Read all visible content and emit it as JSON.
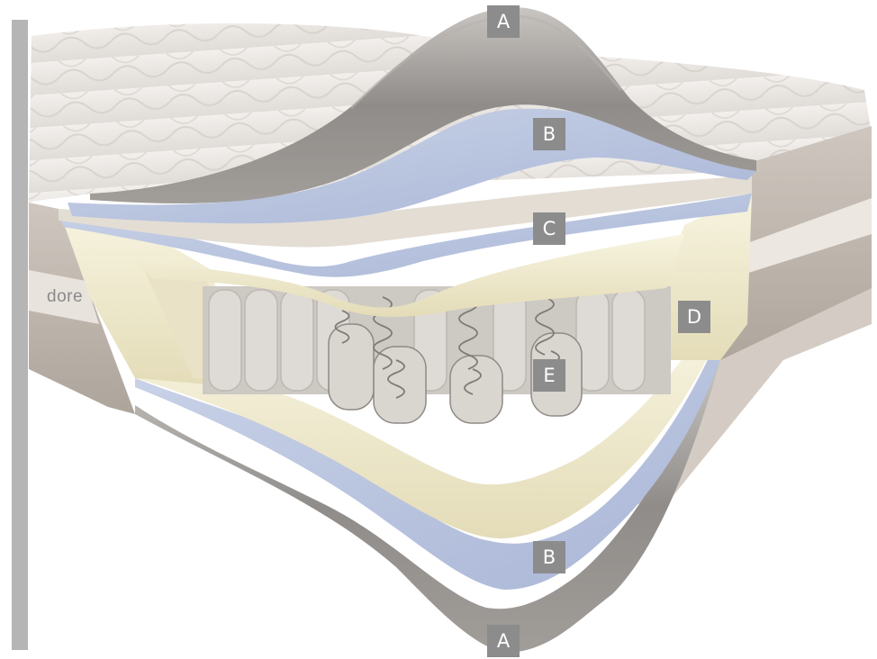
{
  "brand": {
    "partial_text": "dore"
  },
  "labels": [
    {
      "id": "a-top",
      "text": "A"
    },
    {
      "id": "b-top",
      "text": "B"
    },
    {
      "id": "c",
      "text": "C"
    },
    {
      "id": "d",
      "text": "D"
    },
    {
      "id": "e",
      "text": "E"
    },
    {
      "id": "b-bottom",
      "text": "B"
    },
    {
      "id": "a-bottom",
      "text": "A"
    }
  ],
  "colors": {
    "label_badge": "#8c8c8c",
    "quilted_cover": "#ebe7e3",
    "grey_fabric": "#9a9794",
    "blue_foam": "#b7c3de",
    "yellow_foam": "#f1ecd0",
    "springs": "#d2cfca",
    "side_bar": "#b5b5b5"
  }
}
